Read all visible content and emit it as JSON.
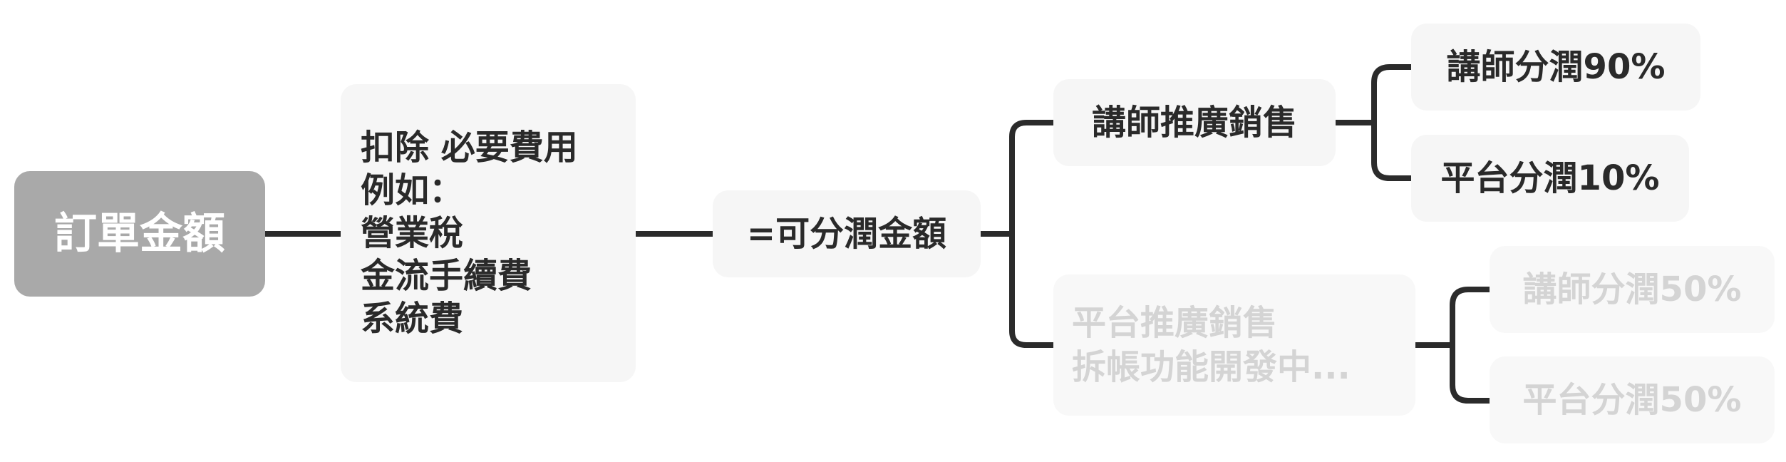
{
  "root": {
    "label": "訂單金額"
  },
  "deductions": {
    "lines": [
      "扣除 必要費用",
      "例如：",
      "營業稅",
      "金流手續費",
      "系統費"
    ]
  },
  "profit": {
    "label": "=可分潤金額"
  },
  "branches": {
    "lecturer": {
      "label": "講師推廣銷售",
      "leaves": [
        "講師分潤90%",
        "平台分潤10%"
      ]
    },
    "platform": {
      "lines": [
        "平台推廣銷售",
        "拆帳功能開發中..."
      ],
      "leaves": [
        "講師分潤50%",
        "平台分潤50%"
      ],
      "disabled": true
    }
  },
  "colors": {
    "connector": "#2b2b2b",
    "node_bg": "#f6f6f6",
    "root_bg": "#a9a9a9",
    "muted_text": "#d4d4d4"
  }
}
